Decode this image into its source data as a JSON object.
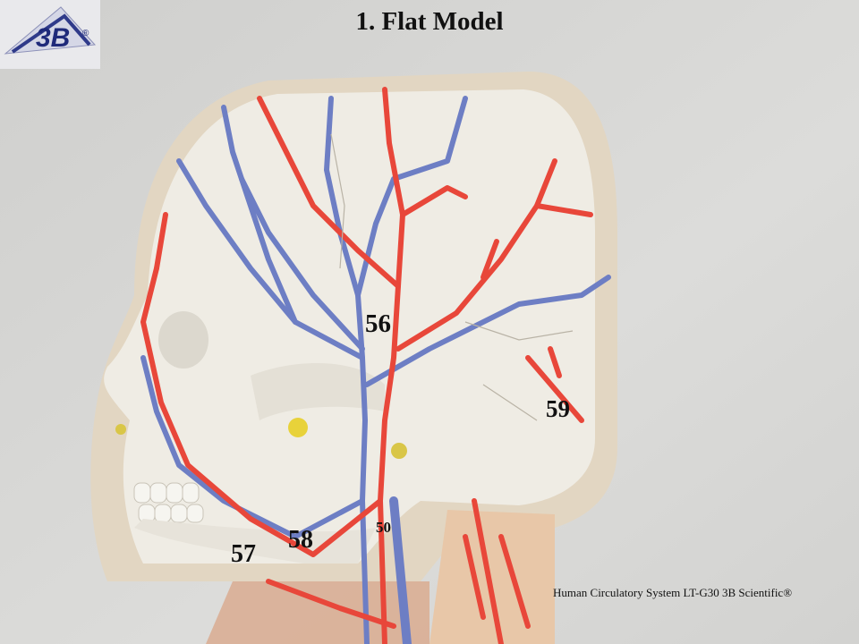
{
  "title": "1. Flat Model",
  "labels": {
    "l56": "56",
    "l59": "59",
    "l50": "50",
    "l58": "58",
    "l57": "57"
  },
  "logo": {
    "text": "3B",
    "mark": "®"
  },
  "caption": "Human Circulatory System  LT-G30 3B Scientific®",
  "colors": {
    "artery": "#e8473a",
    "vein": "#6d7ec4",
    "model": "#efece4",
    "background": "#d6d6d4"
  }
}
